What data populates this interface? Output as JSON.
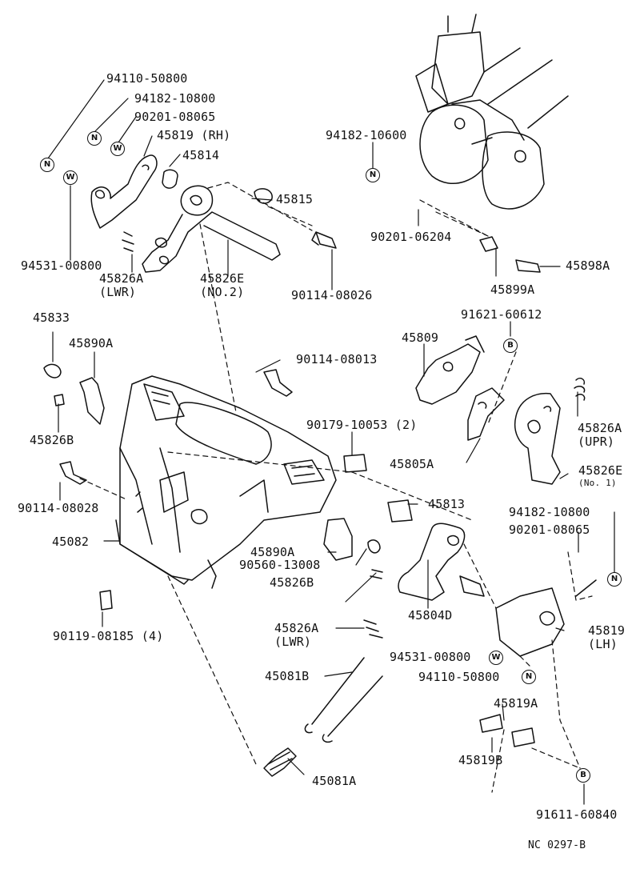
{
  "diagram_code": "NC 0297-B",
  "markers": {
    "nut": "N",
    "washer": "W",
    "bolt": "B"
  },
  "parts": {
    "p94110_50800_top": "94110-50800",
    "p94182_10800_top": "94182-10800",
    "p90201_08065_top": "90201-08065",
    "p45819_rh": "45819 (RH)",
    "p45814": "45814",
    "p45815": "45815",
    "p94531_00800_top": "94531-00800",
    "p45826A_lwr_top": "45826A",
    "p45826A_lwr_top_sub": "(LWR)",
    "p45826E_no2": "45826E",
    "p45826E_no2_sub": "(NO.2)",
    "p90114_08026": "90114-08026",
    "p94182_10600": "94182-10600",
    "p90201_06204": "90201-06204",
    "p45898A": "45898A",
    "p45899A": "45899A",
    "p91621_60612": "91621-60612",
    "p45833": "45833",
    "p45890A_top": "45890A",
    "p45826B_left": "45826B",
    "p90114_08013": "90114-08013",
    "p45809": "45809",
    "p90179_10053": "90179-10053 (2)",
    "p45826A_upr": "45826A",
    "p45826A_upr_sub": "(UPR)",
    "p45805A": "45805A",
    "p45826E_no1": "45826E",
    "p45826E_no1_sub": "(No. 1)",
    "p90114_08028": "90114-08028",
    "p45813": "45813",
    "p94182_10800_right": "94182-10800",
    "p90201_08065_right": "90201-08065",
    "p45082": "45082",
    "p45890A_mid": "45890A",
    "p90560_13008": "90560-13008",
    "p45826B_mid": "45826B",
    "p45804D": "45804D",
    "p90119_08185": "90119-08185 (4)",
    "p45826A_lwr_mid": "45826A",
    "p45826A_lwr_mid_sub": "(LWR)",
    "p45819_lh": "45819",
    "p45819_lh_sub": "(LH)",
    "p94531_00800_right": "94531-00800",
    "p94110_50800_right": "94110-50800",
    "p45081B": "45081B",
    "p45819A": "45819A",
    "p45819B": "45819B",
    "p45081A": "45081A",
    "p91611_60840": "91611-60840"
  }
}
